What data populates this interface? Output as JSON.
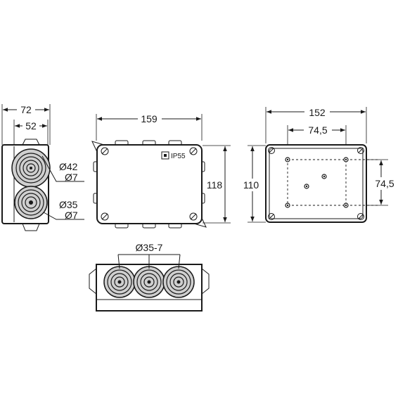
{
  "diagram": {
    "side_view": {
      "overall_width": "72",
      "inner_width": "52",
      "gland_large_outer": "Ø42",
      "gland_large_inner": "Ø7",
      "gland_small_outer": "Ø35",
      "gland_small_inner": "Ø7"
    },
    "front_view": {
      "width": "159",
      "height": "118",
      "rating": "IP55"
    },
    "back_view": {
      "width": "152",
      "height": "110",
      "hole_spacing_horizontal": "74,5",
      "hole_spacing_vertical": "74,5"
    },
    "bottom_view": {
      "gland_range": "Ø35-7"
    }
  },
  "colors": {
    "line": "#1a1a1a",
    "gland": "#cfcfcf",
    "background": "#ffffff"
  }
}
